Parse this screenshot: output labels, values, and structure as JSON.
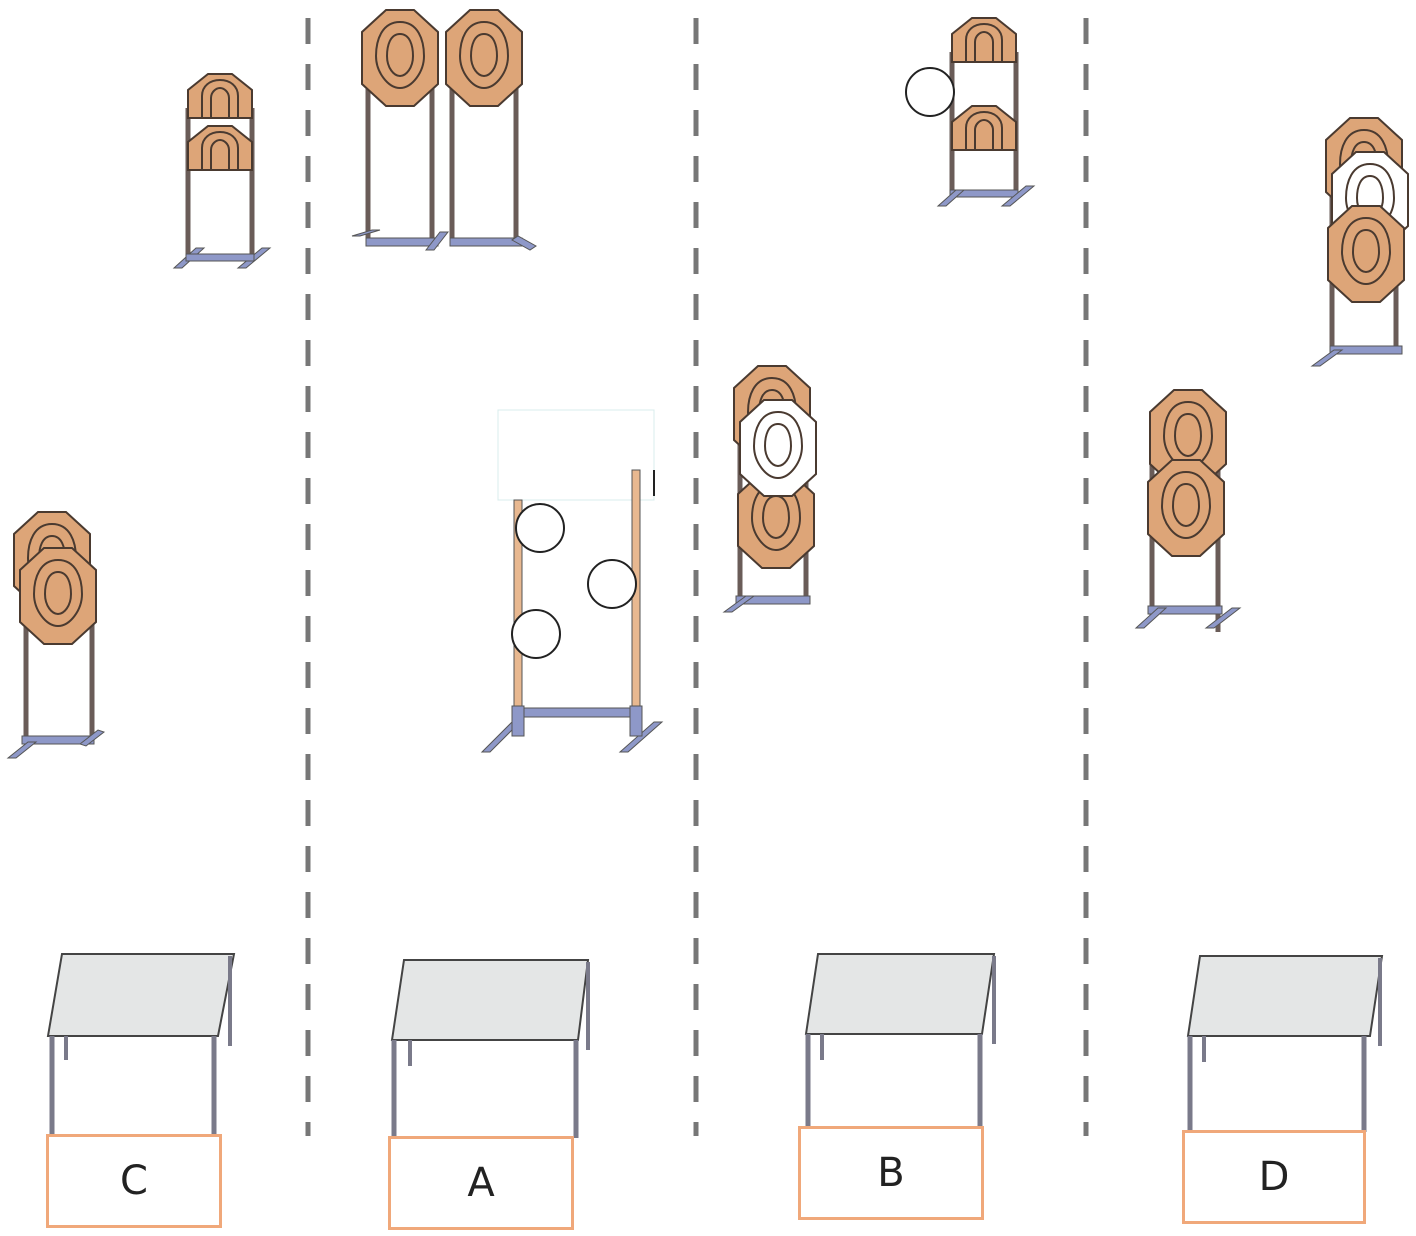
{
  "colors": {
    "target_fill": "#dda578",
    "target_no_shoot": "#ffffff",
    "target_stroke": "#4a3a30",
    "stand_post": "#6a5c58",
    "stand_base": "#8e98c8",
    "wood_post": "#e8b890",
    "lane_divider": "#777777",
    "table_top": "#e4e6e6",
    "table_leg": "#7a7a8a",
    "label_border": "#f0a87a"
  },
  "icons": {
    "target": "octagon-steel-target-icon",
    "no_shoot": "no-shoot-target-icon",
    "popper_circle": "round-plate-icon",
    "table": "shooting-table-icon"
  },
  "bays": [
    {
      "label": "C"
    },
    {
      "label": "A"
    },
    {
      "label": "B"
    },
    {
      "label": "D"
    }
  ]
}
